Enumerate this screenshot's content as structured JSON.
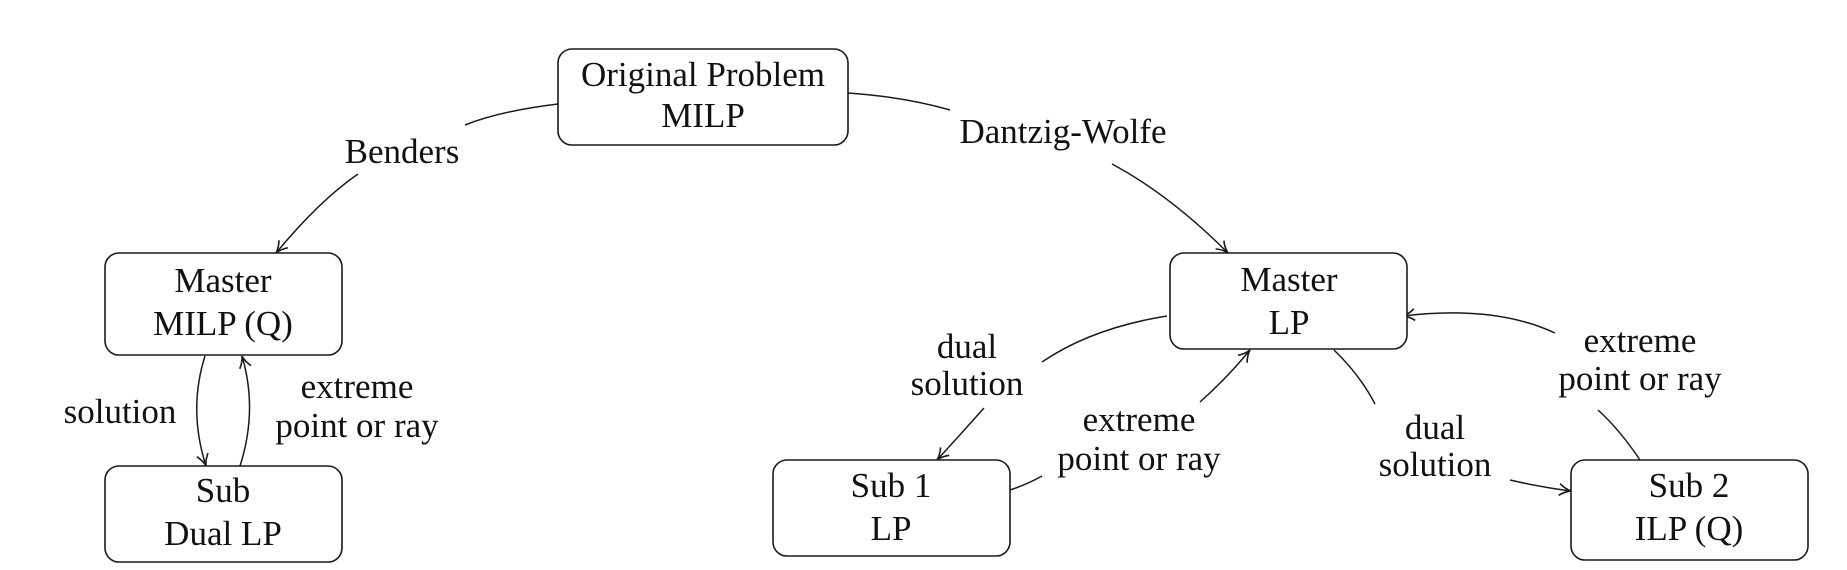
{
  "nodes": {
    "original": {
      "line1": "Original Problem",
      "line2": "MILP"
    },
    "benders_master": {
      "line1": "Master",
      "line2": "MILP (Q)"
    },
    "benders_sub": {
      "line1": "Sub",
      "line2": "Dual LP"
    },
    "dw_master": {
      "line1": "Master",
      "line2": "LP"
    },
    "dw_sub1": {
      "line1": "Sub 1",
      "line2": "LP"
    },
    "dw_sub2": {
      "line1": "Sub 2",
      "line2": "ILP (Q)"
    }
  },
  "edge_labels": {
    "benders": "Benders",
    "dantzig_wolfe": "Dantzig-Wolfe",
    "benders_solution": "solution",
    "benders_extreme_1": "extreme",
    "benders_extreme_2": "point or ray",
    "dual1_1": "dual",
    "dual1_2": "solution",
    "extreme1_1": "extreme",
    "extreme1_2": "point or ray",
    "dual2_1": "dual",
    "dual2_2": "solution",
    "extreme2_1": "extreme",
    "extreme2_2": "point or ray"
  }
}
